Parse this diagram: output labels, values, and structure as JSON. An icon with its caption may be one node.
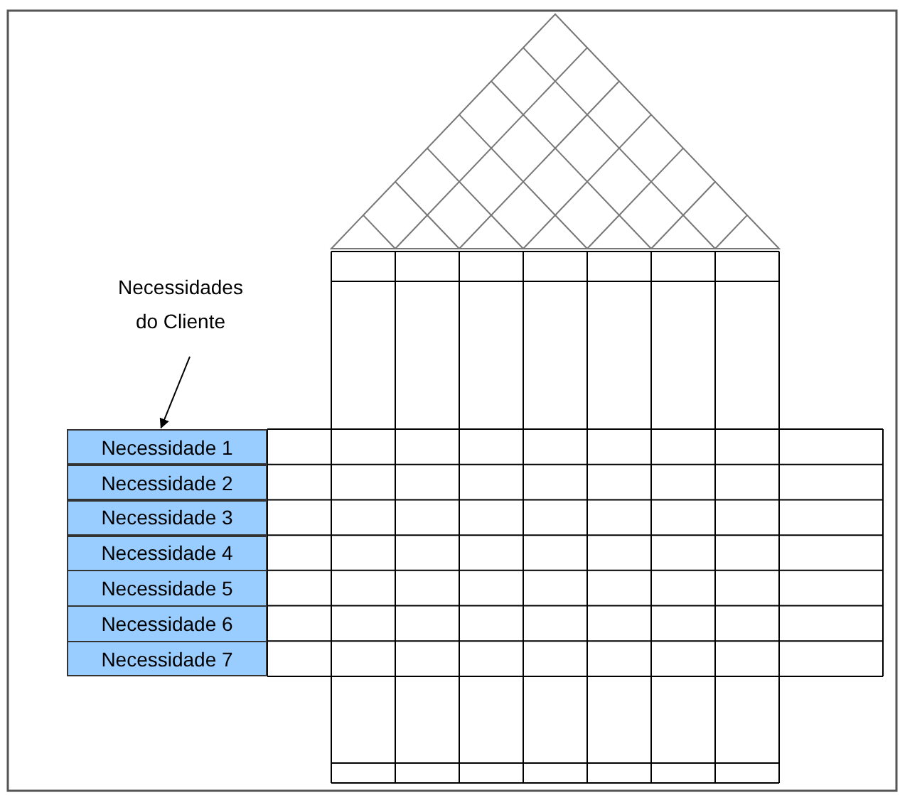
{
  "diagram": {
    "nodes": [
      {
        "text": [
          "Necessidades do Cliente"
        ]
      },
      {
        "text": [
          "Necessidade 1"
        ]
      },
      {
        "text": [
          "Necessidade 2"
        ]
      },
      {
        "text": [
          "Necessidade 3"
        ]
      },
      {
        "text": [
          "Necessidade 4"
        ]
      },
      {
        "text": [
          "Necessidade 5"
        ]
      },
      {
        "text": [
          "Necessidade 6"
        ]
      },
      {
        "text": [
          "Necessidade 7"
        ]
      }
    ],
    "edges": [
      {
        "from": 0,
        "to": 1,
        "arrow": "to"
      }
    ]
  }
}
